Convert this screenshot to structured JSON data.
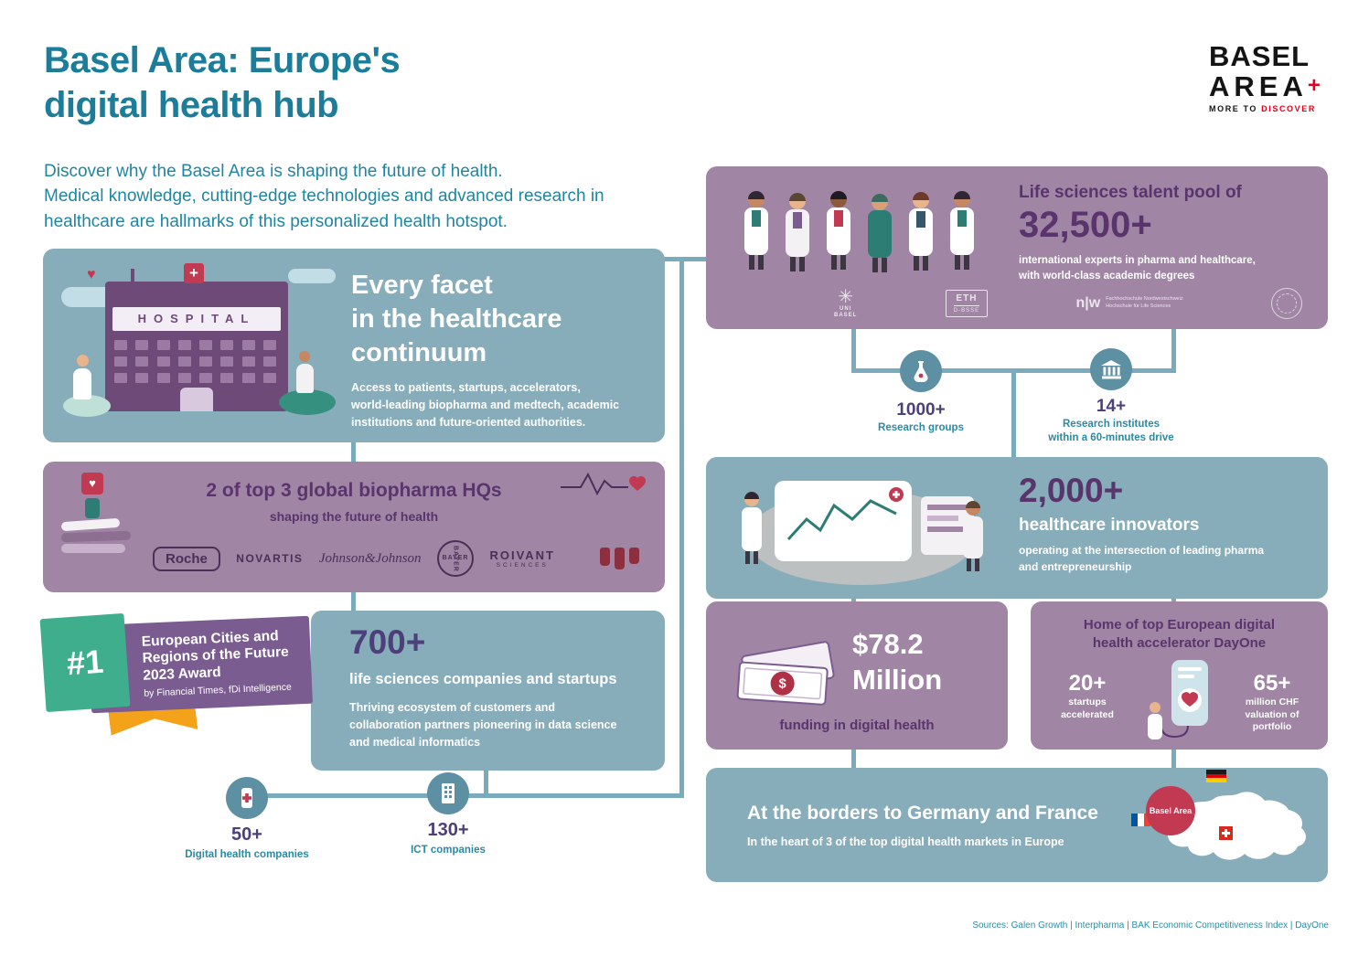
{
  "header": {
    "title": "Basel Area: Europe's\ndigital health hub",
    "intro": "Discover why the Basel Area is shaping the future of health.\nMedical knowledge, cutting-edge technologies and advanced research in\nhealthcare are hallmarks of this personalized health hotspot."
  },
  "logo": {
    "word1": "BASEL",
    "word2": "AREA",
    "plus": "+",
    "tagline_pre": "MORE TO ",
    "tagline_accent": "DISCOVER"
  },
  "continuum": {
    "hospital_sign": "HOSPITAL",
    "title": "Every facet\nin the healthcare\ncontinuum",
    "body": "Access to patients, startups, accelerators,\nworld-leading biopharma and medtech, academic\ninstitutions and future-oriented authorities."
  },
  "biopharma": {
    "title": "2 of top 3 global biopharma HQs",
    "subtitle": "shaping the future of health",
    "logos": {
      "roche": "Roche",
      "novartis": "NOVARTIS",
      "jnj": "Johnson&Johnson",
      "bayer": "BAYER",
      "roivant": "ROIVANT",
      "roivant_sub": "SCIENCES"
    }
  },
  "award": {
    "rank": "#1",
    "title": "European Cities and\nRegions of the Future\n2023 Award",
    "byline": "by Financial Times, fDi Intelligence"
  },
  "companies": {
    "stat": "700+",
    "title": "life sciences companies and startups",
    "body": "Thriving ecosystem of customers and\ncollaboration partners pioneering in data science\nand medical informatics"
  },
  "bottom_stats": {
    "digital": {
      "value": "50+",
      "label": "Digital health companies"
    },
    "ict": {
      "value": "130+",
      "label": "ICT companies"
    }
  },
  "talent": {
    "title": "Life sciences talent pool of",
    "stat": "32,500+",
    "body": "international experts in pharma and healthcare,\nwith world-class academic degrees",
    "unis": {
      "unibasel": "UNI\nBASEL",
      "eth": "ETH",
      "bsse": "D-BSSE",
      "fhnw": "n|w",
      "fhnw_text": "Fachhochschule Nordwestschweiz\nHochschule für Life Sciences"
    }
  },
  "research": {
    "groups": {
      "value": "1000+",
      "label": "Research groups"
    },
    "institutes": {
      "value": "14+",
      "label": "Research institutes\nwithin a 60-minutes drive"
    }
  },
  "innovators": {
    "stat": "2,000+",
    "title": "healthcare innovators",
    "body": "operating at the intersection of leading pharma\nand entrepreneurship"
  },
  "funding": {
    "stat": "$78.2\nMillion",
    "label": "funding in digital health",
    "dollar": "$"
  },
  "dayone": {
    "title": "Home of top European digital\nhealth accelerator DayOne",
    "startups": {
      "value": "20+",
      "label": "startups\naccelerated"
    },
    "valuation": {
      "value": "65+",
      "label": "million CHF\nvaluation of portfolio"
    }
  },
  "borders": {
    "title": "At the borders to Germany and France",
    "body": "In the heart of 3 of the top digital health markets in Europe",
    "map_label": "Basel Area"
  },
  "footer": {
    "sources": "Sources: Galen Growth | Interpharma | BAK Economic Competitiveness Index | DayOne"
  }
}
